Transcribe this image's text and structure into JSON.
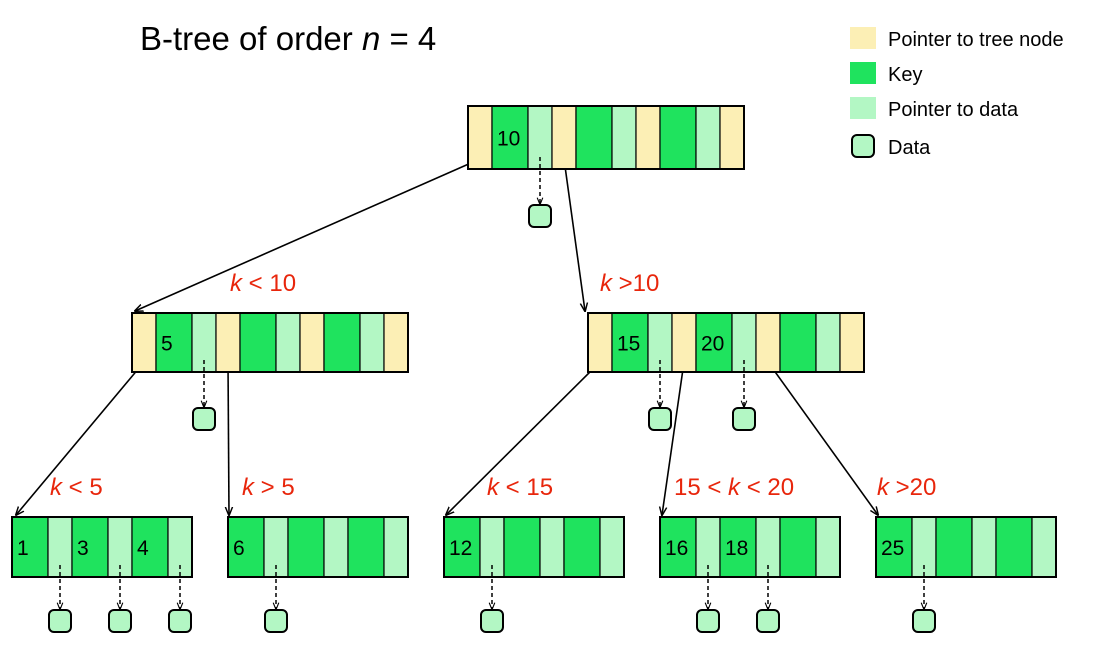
{
  "title": {
    "prefix": "B-tree of order ",
    "var": "n",
    "suffix": " = 4"
  },
  "colors": {
    "tree_pointer": "#fcefb5",
    "key": "#1fe35e",
    "data_pointer": "#b3f7c4",
    "data": "#b3f7c4",
    "condition": "#e8260c"
  },
  "legend": [
    {
      "label": "Pointer to tree node",
      "swatch": "tree_pointer",
      "icon": "tree-pointer-swatch-icon"
    },
    {
      "label": "Key",
      "swatch": "key",
      "icon": "key-swatch-icon"
    },
    {
      "label": "Pointer to data",
      "swatch": "data_pointer",
      "icon": "data-pointer-swatch-icon"
    },
    {
      "label": "Data",
      "swatch": "data",
      "icon": "data-box-icon"
    }
  ],
  "nodes": {
    "root": {
      "keys": [
        "10",
        "",
        ""
      ]
    },
    "left": {
      "keys": [
        "5",
        "",
        ""
      ]
    },
    "right": {
      "keys": [
        "15",
        "20",
        ""
      ]
    },
    "leaf1": {
      "keys": [
        "1",
        "3",
        "4"
      ]
    },
    "leaf2": {
      "keys": [
        "6",
        "",
        ""
      ]
    },
    "leaf3": {
      "keys": [
        "12",
        "",
        ""
      ]
    },
    "leaf4": {
      "keys": [
        "16",
        "18",
        ""
      ]
    },
    "leaf5": {
      "keys": [
        "25",
        "",
        ""
      ]
    }
  },
  "conditions": {
    "left": {
      "var": "k",
      "text": " < 10"
    },
    "right": {
      "var": "k",
      "text": " >10"
    },
    "leaf1": {
      "pre": "",
      "var": "k",
      "text": " < 5"
    },
    "leaf2": {
      "pre": "",
      "var": "k",
      "text": " > 5"
    },
    "leaf3": {
      "pre": "",
      "var": "k",
      "text": " < 15"
    },
    "leaf4": {
      "pre": "15 < ",
      "var": "k",
      "text": " < 20"
    },
    "leaf5": {
      "pre": "",
      "var": "k",
      "text": " >20"
    }
  }
}
